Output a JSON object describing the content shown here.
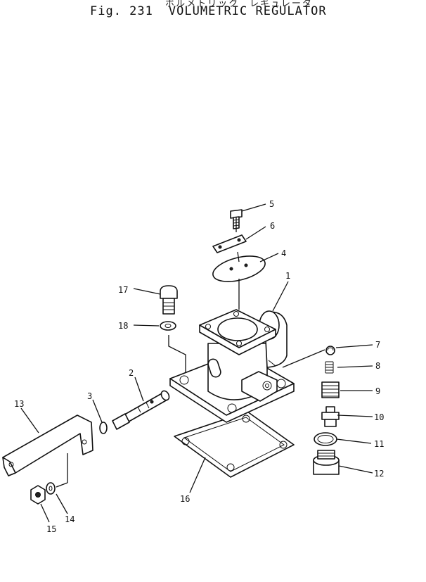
{
  "figure": {
    "jp_title": "ボルメトリック　レギュレータ",
    "fig_label": "Fig. 231",
    "title": "VOLUMETRIC REGULATOR"
  },
  "parts": [
    {
      "id": "p1",
      "number": "1"
    },
    {
      "id": "p2",
      "number": "2"
    },
    {
      "id": "p3",
      "number": "3"
    },
    {
      "id": "p4",
      "number": "4"
    },
    {
      "id": "p5",
      "number": "5"
    },
    {
      "id": "p6",
      "number": "6"
    },
    {
      "id": "p7",
      "number": "7"
    },
    {
      "id": "p8",
      "number": "8"
    },
    {
      "id": "p9",
      "number": "9"
    },
    {
      "id": "p10",
      "number": "10"
    },
    {
      "id": "p11",
      "number": "11"
    },
    {
      "id": "p12",
      "number": "12"
    },
    {
      "id": "p13",
      "number": "13"
    },
    {
      "id": "p14",
      "number": "14"
    },
    {
      "id": "p15",
      "number": "15"
    },
    {
      "id": "p16",
      "number": "16"
    },
    {
      "id": "p17",
      "number": "17"
    },
    {
      "id": "p18",
      "number": "18"
    }
  ]
}
